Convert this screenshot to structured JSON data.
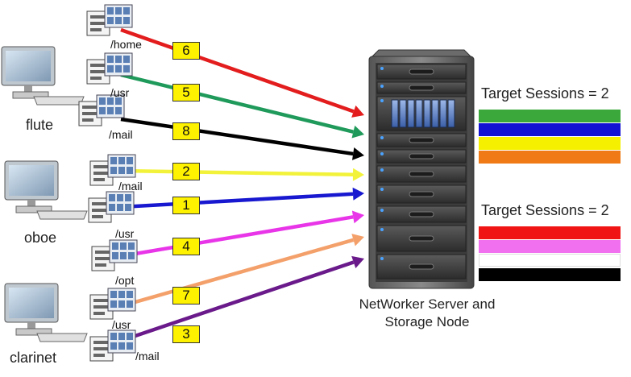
{
  "hosts": [
    {
      "name": "flute"
    },
    {
      "name": "oboe"
    },
    {
      "name": "clarinet"
    }
  ],
  "streams": [
    {
      "path": "/home",
      "session": "6",
      "color": "#e31d1d"
    },
    {
      "path": "/usr",
      "session": "5",
      "color": "#1f9a5a"
    },
    {
      "path": "/mail",
      "session": "8",
      "color": "#000000"
    },
    {
      "path": "/mail",
      "session": "2",
      "color": "#f2f23a"
    },
    {
      "path": "/usr",
      "session": "1",
      "color": "#1818d0"
    },
    {
      "path": "/opt",
      "session": "4",
      "color": "#e835e8"
    },
    {
      "path": "/usr",
      "session": "7",
      "color": "#f4a06b"
    },
    {
      "path": "/mail",
      "session": "3",
      "color": "#6a1a8a"
    }
  ],
  "targets": [
    {
      "label": "Target Sessions = 2",
      "bars": [
        "#3aa83a",
        "#1212d4",
        "#f4f000",
        "#f07a16"
      ]
    },
    {
      "label": "Target Sessions = 2",
      "bars": [
        "#f01414",
        "#f070f0",
        "#ffffff",
        "#000000"
      ]
    }
  ],
  "server": {
    "caption_line1": "NetWorker Server and",
    "caption_line2": "Storage Node"
  },
  "icons": {
    "host": "desktop-computer-icon",
    "storage": "file-system-icon",
    "server": "server-rack-icon"
  }
}
